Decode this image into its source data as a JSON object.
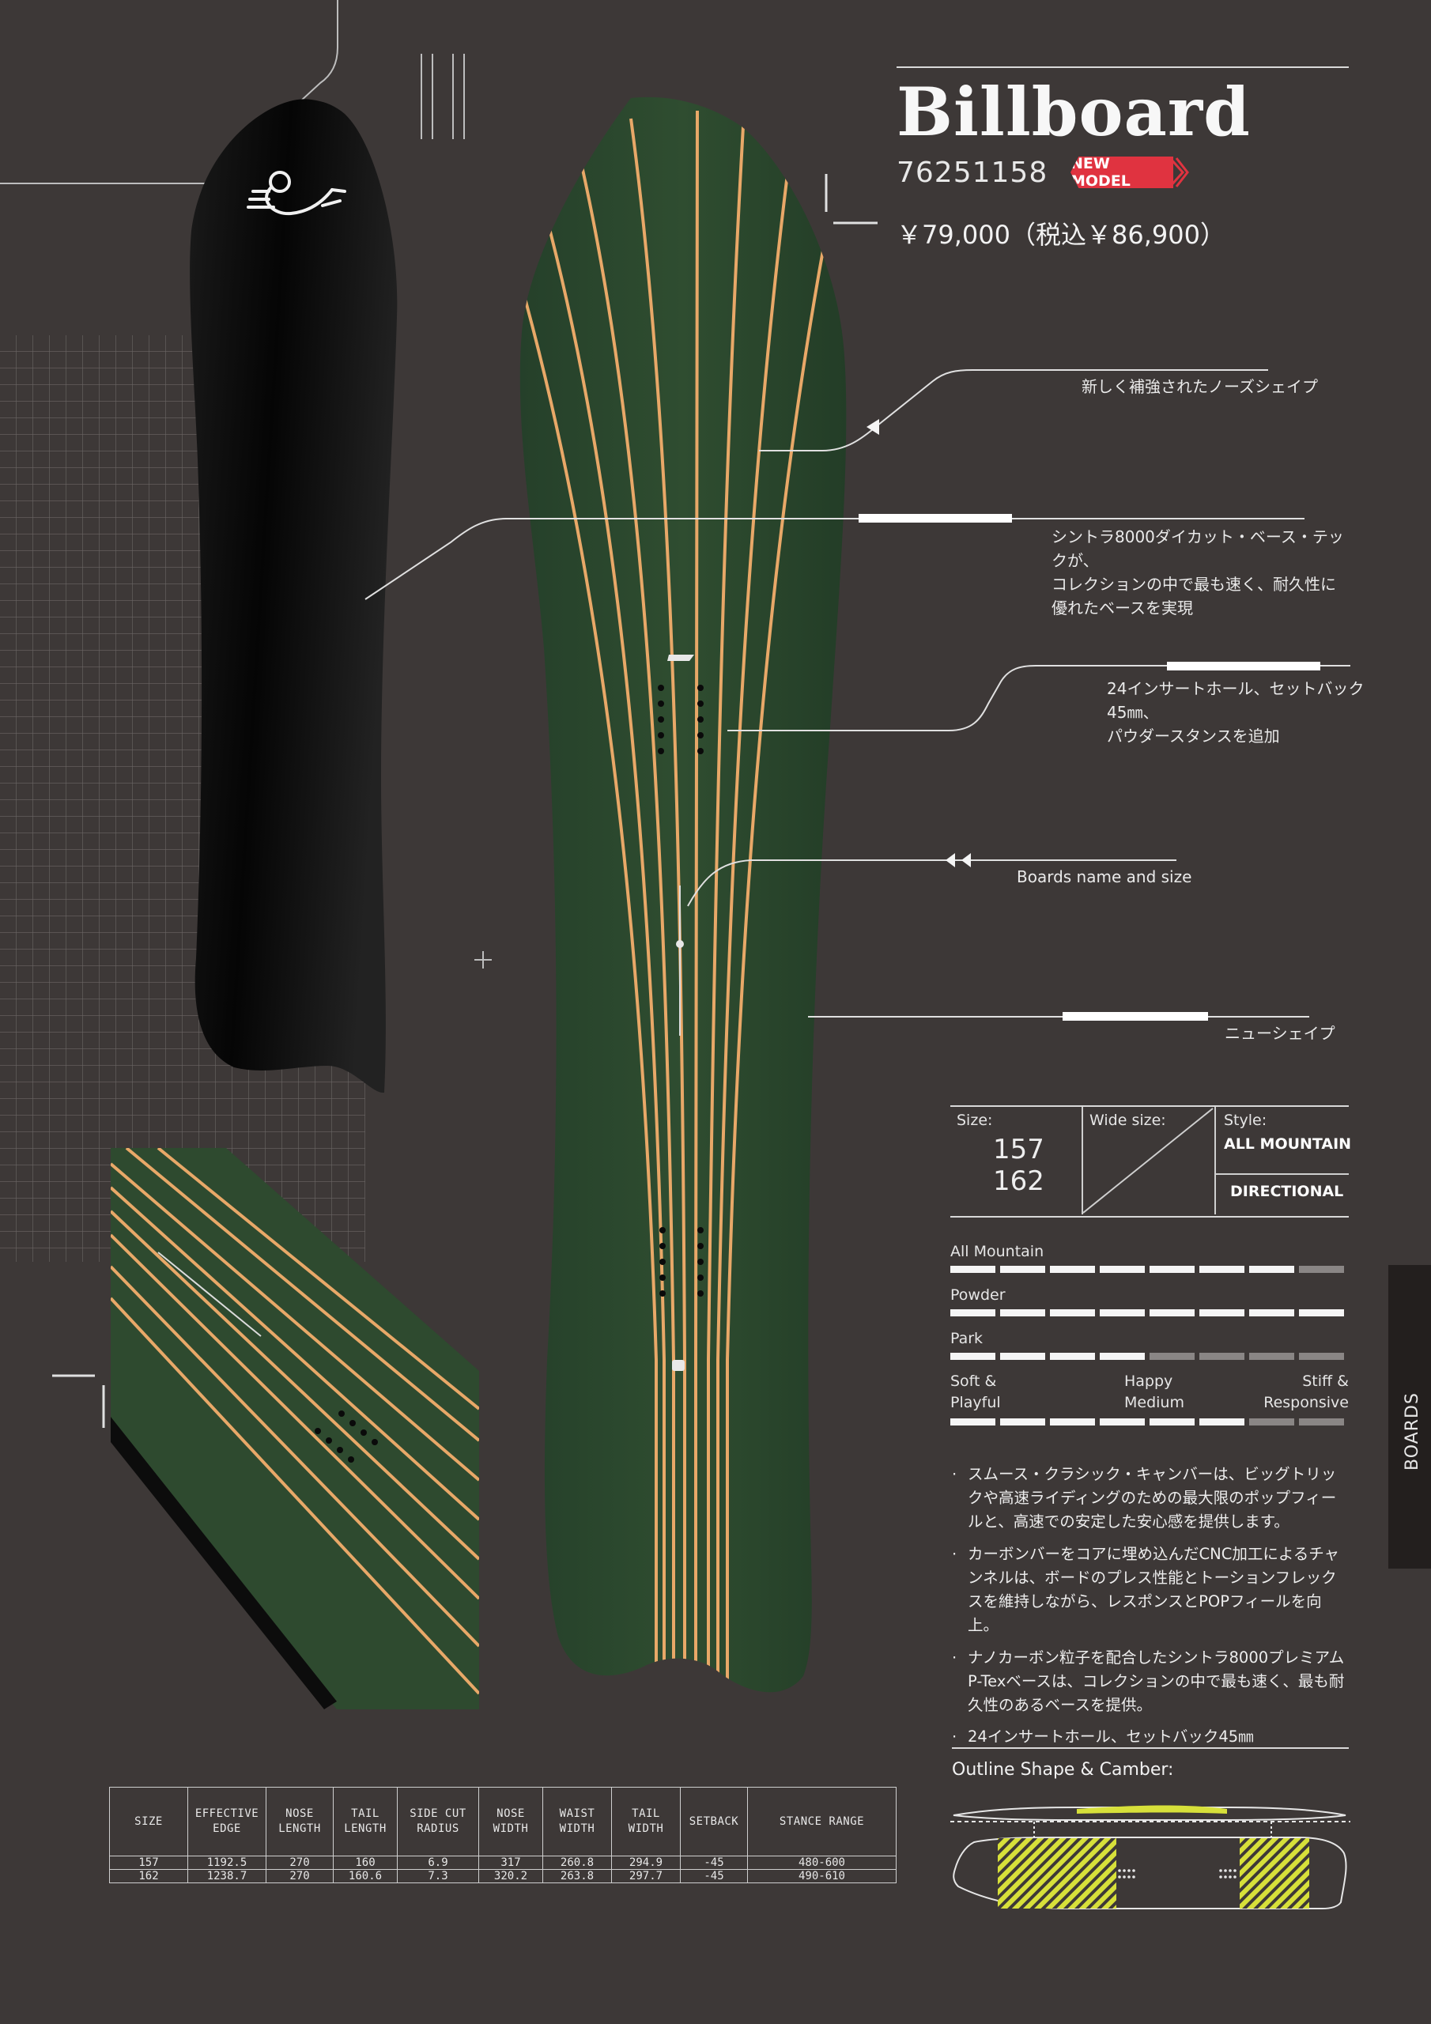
{
  "product": {
    "name": "Billboard",
    "code": "76251158",
    "badge": "NEW MODEL",
    "price": "￥79,000（税込￥86,900）"
  },
  "callouts": [
    {
      "text": "新しく補強されたノーズシェイプ"
    },
    {
      "lines": [
        "シントラ8000ダイカット・ベース・テックが、",
        "コレクションの中で最も速く、耐久性に",
        "優れたベースを実現"
      ]
    },
    {
      "lines": [
        "24インサートホール、セットバック45㎜、",
        "パウダースタンスを追加"
      ]
    },
    {
      "text": "Boards name and size"
    },
    {
      "text": "ニューシェイプ"
    }
  ],
  "specs": {
    "size_label": "Size:",
    "sizes": [
      "157",
      "162"
    ],
    "wide_label": "Wide size:",
    "style_label": "Style:",
    "style_values": [
      "ALL MOUNTAIN",
      "DIRECTIONAL"
    ]
  },
  "ratings": [
    {
      "label": "All Mountain",
      "filled": 7,
      "total": 8
    },
    {
      "label": "Powder",
      "filled": 8,
      "total": 8
    },
    {
      "label": "Park",
      "filled": 4,
      "total": 8
    }
  ],
  "flex": {
    "left": [
      "Soft &",
      "Playful"
    ],
    "mid": [
      "Happy",
      "Medium"
    ],
    "right": [
      "Stiff &",
      "Responsive"
    ],
    "filled": 6,
    "total": 8
  },
  "bullets": [
    "スムース・クラシック・キャンバーは、ビッグトリックや高速ライディングのための最大限のポップフィールと、高速での安定した安心感を提供します。",
    "カーボンバーをコアに埋め込んだCNC加工によるチャンネルは、ボードのプレス性能とトーションフレックスを維持しながら、レスポンスとPOPフィールを向上。",
    "ナノカーボン粒子を配合したシントラ8000プレミアムP-Texベースは、コレクションの中で最も速く、最も耐久性のあるベースを提供。",
    "24インサートホール、セットバック45㎜"
  ],
  "outline": {
    "title": "Outline Shape & Camber:"
  },
  "side_tab": {
    "label": "BOARDS"
  },
  "table": {
    "headers": [
      [
        "SIZE"
      ],
      [
        "EFFECTIVE",
        "EDGE"
      ],
      [
        "NOSE",
        "LENGTH"
      ],
      [
        "TAIL",
        "LENGTH"
      ],
      [
        "SIDE CUT",
        "RADIUS"
      ],
      [
        "NOSE",
        "WIDTH"
      ],
      [
        "WAIST",
        "WIDTH"
      ],
      [
        "TAIL",
        "WIDTH"
      ],
      [
        "SETBACK"
      ],
      [
        "STANCE RANGE"
      ]
    ],
    "rows": [
      [
        "157",
        "1192.5",
        "270",
        "160",
        "6.9",
        "317",
        "260.8",
        "294.9",
        "-45",
        "480-600"
      ],
      [
        "162",
        "1238.7",
        "270",
        "160.6",
        "7.3",
        "320.2",
        "263.8",
        "297.7",
        "-45",
        "490-610"
      ]
    ]
  },
  "colors": {
    "background": "#3d3837",
    "badge": "#e03340",
    "board_green": "#2c4a2c",
    "stringer": "#e8a868",
    "camber_yellow": "#d7e03a"
  }
}
